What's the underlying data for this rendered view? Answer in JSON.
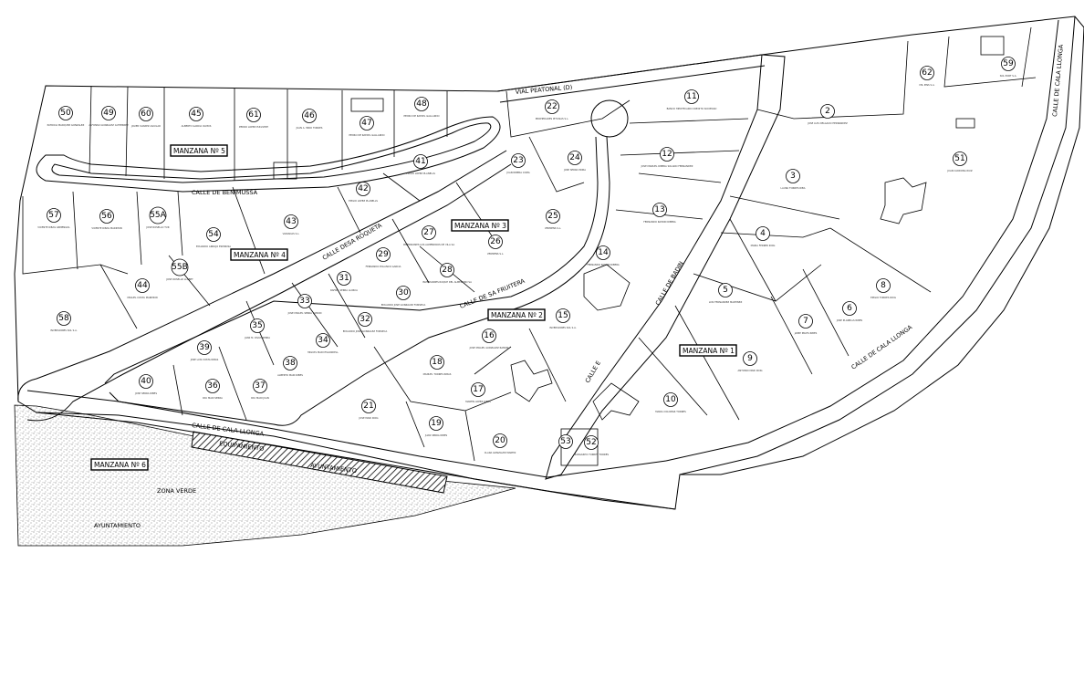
{
  "plan": {
    "lots": [
      {
        "id": "50",
        "owner": "PATRICIA MARQUEZ GONZALEZ"
      },
      {
        "id": "49",
        "owner": "ALFONSO GONZALEZ GUTIERREZ"
      },
      {
        "id": "60",
        "owner": "JAVIER SUAREZ AGUILAR"
      },
      {
        "id": "45",
        "owner": "ALBERTO GARCIA OLMOS"
      },
      {
        "id": "61",
        "owner": "PEDRO LOPEZ PUIGVERT"
      },
      {
        "id": "46",
        "owner": "JUAN A. MIRO TORRES"
      },
      {
        "id": "47",
        "owner": "PEDRO DE RAFAEL GALLARDO"
      },
      {
        "id": "48",
        "owner": "PEDRO DE RAFAEL GALLARDO"
      },
      {
        "id": "22",
        "owner": "PROPIEDADES PITIUSAS S.L."
      },
      {
        "id": "11",
        "owner": "BANCO HIPOTECARIO CREDITO SOCIEDAD"
      },
      {
        "id": "62",
        "owner": "MIL PINS S.A."
      },
      {
        "id": "59",
        "owner": "SOL PORT S.A."
      },
      {
        "id": "2",
        "owner": "JOSE LUIS DELGADO HERNANDEZ"
      },
      {
        "id": "23",
        "owner": "JUAN RIBERA COMA"
      },
      {
        "id": "24",
        "owner": "JOSE SERRA MORA"
      },
      {
        "id": "12",
        "owner": "JOSE MANUEL RIBERA SOLANO FERNANDEZ"
      },
      {
        "id": "3",
        "owner": "LAURA TORRES RIBA"
      },
      {
        "id": "51",
        "owner": "JUAN CARDONA RUIZ"
      },
      {
        "id": "41",
        "owner": "EMILIO LOPEZ PLANELLS"
      },
      {
        "id": "42",
        "owner": "EMILIO LOPEZ PLANELLS"
      },
      {
        "id": "57",
        "owner": "VICENTE RIBAS ARMENGOL"
      },
      {
        "id": "56",
        "owner": "VICENTE RIBAS MARIMON"
      },
      {
        "id": "55A",
        "owner": "JOSE ROSELLO TUR"
      },
      {
        "id": "54",
        "owner": "EDUARDO ARROJO ESPINOSA"
      },
      {
        "id": "43",
        "owner": "VARIADAS S.L."
      },
      {
        "id": "27",
        "owner": "INVERSIONES LOS ALMENDROS DE VILA SA"
      },
      {
        "id": "26",
        "owner": "VERMENS S.L."
      },
      {
        "id": "25",
        "owner": "VERMENS S.L."
      },
      {
        "id": "13",
        "owner": "FERNANDO RAMON RIBERA"
      },
      {
        "id": "4",
        "owner": "MARIA FERRER ROIG"
      },
      {
        "id": "14",
        "owner": "FERNANDO RAMON RIBERA"
      },
      {
        "id": "29",
        "owner": "FERNANDO POLANCO GARCIA"
      },
      {
        "id": "28",
        "owner": "INVERSIONES ROQUE DEL ALMENDRO SA"
      },
      {
        "id": "44",
        "owner": "MIGUEL COSTA MARIMON"
      },
      {
        "id": "55B",
        "owner": "JOSE ROSELLO LLOBET"
      },
      {
        "id": "31",
        "owner": "RAFAEL SERRA LLORCA"
      },
      {
        "id": "30",
        "owner": "EDUARDO JOSE GONZALEZ FONSECA"
      },
      {
        "id": "58",
        "owner": "INVERSIONES SOL S.A."
      },
      {
        "id": "33",
        "owner": "JOSE MIGUEL SERRA RAMON"
      },
      {
        "id": "32",
        "owner": "EDUARDO JOSE GONZALEZ FONSECA"
      },
      {
        "id": "15",
        "owner": "INVERSIONES SOL S.A."
      },
      {
        "id": "5",
        "owner": "LUIS FERNANDEZ MARTINEZ"
      },
      {
        "id": "8",
        "owner": "EMILIO TORRES ROIG"
      },
      {
        "id": "6",
        "owner": "JOSE PLANELLS RIBES"
      },
      {
        "id": "7",
        "owner": "JAIME PRATS RIBES"
      },
      {
        "id": "35",
        "owner": "JUAN M. RIVAS SERRA"
      },
      {
        "id": "16",
        "owner": "JOSE MIGUEL GONZALEZ RAMON"
      },
      {
        "id": "34",
        "owner": "MIGUEL MARI ESCANDELL"
      },
      {
        "id": "39",
        "owner": "JOSE LUIS COSTA RIBAS"
      },
      {
        "id": "38",
        "owner": "ALBERTO MARI RIBES"
      },
      {
        "id": "18",
        "owner": "MANUEL TORRES RIBAS"
      },
      {
        "id": "9",
        "owner": "ANTONIO MARI ROIG"
      },
      {
        "id": "40",
        "owner": "JOSE SERRA RIBES"
      },
      {
        "id": "36",
        "owner": "PAU MARI SERRA"
      },
      {
        "id": "37",
        "owner": "PAU MARI JUAN"
      },
      {
        "id": "17",
        "owner": "MARTIN LOPEZ RIBES"
      },
      {
        "id": "10",
        "owner": "MARIA COLOMAR TORRES"
      },
      {
        "id": "21",
        "owner": "JOSE MARI ROIG"
      },
      {
        "id": "19",
        "owner": "JUAN SERRA RIBES"
      },
      {
        "id": "20",
        "owner": "CLARA GONZALEZ MARTIN"
      },
      {
        "id": "53",
        "owner": ""
      },
      {
        "id": "52",
        "owner": "MARGARITA TORRES TORRES"
      }
    ],
    "streets": {
      "benimussa": "CALLE DE BENIMUSSA",
      "desa_roqueta": "CALLE DESA ROQUETA",
      "sa_fruitera": "CALLE DE SA FRUITERA",
      "cala_llonga_1": "CALLE DE CALA LLONGA",
      "cala_llonga_2": "CALLE DE CALA LLONGA",
      "cala_llonga_3": "CALLE DE CALA LLONGA",
      "calle_b": "CALLE DE BADIN",
      "calle_e": "CALLE E",
      "vial_peatonal": "VIAL PEATONAL (D)"
    },
    "blocks": {
      "m1": "MANZANA Nº 1",
      "m2": "MANZANA Nº 2",
      "m3": "MANZANA Nº 3",
      "m4": "MANZANA Nº 4",
      "m5": "MANZANA Nº 5",
      "m6": "MANZANA Nº 6"
    },
    "zones": {
      "zona_verde": "ZONA VERDE",
      "ayuntamiento_1": "AYUNTAMIENTO",
      "ayuntamiento_2": "AYUNTAMIENTO",
      "equipamiento": "EQUIPAMIENTO"
    }
  }
}
